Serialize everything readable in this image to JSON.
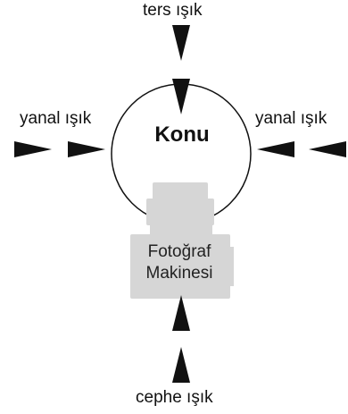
{
  "labels": {
    "back_light": "ters ışık",
    "side_light_left": "yanal ışık",
    "side_light_right": "yanal ışık",
    "front_light": "cephe ışık"
  },
  "subject": "Konu",
  "camera": {
    "line1": "Fotoğraf",
    "line2": "Makinesi"
  },
  "colors": {
    "arrow": "#111111",
    "circle": "#111111",
    "camera_body": "#d6d6d6"
  }
}
